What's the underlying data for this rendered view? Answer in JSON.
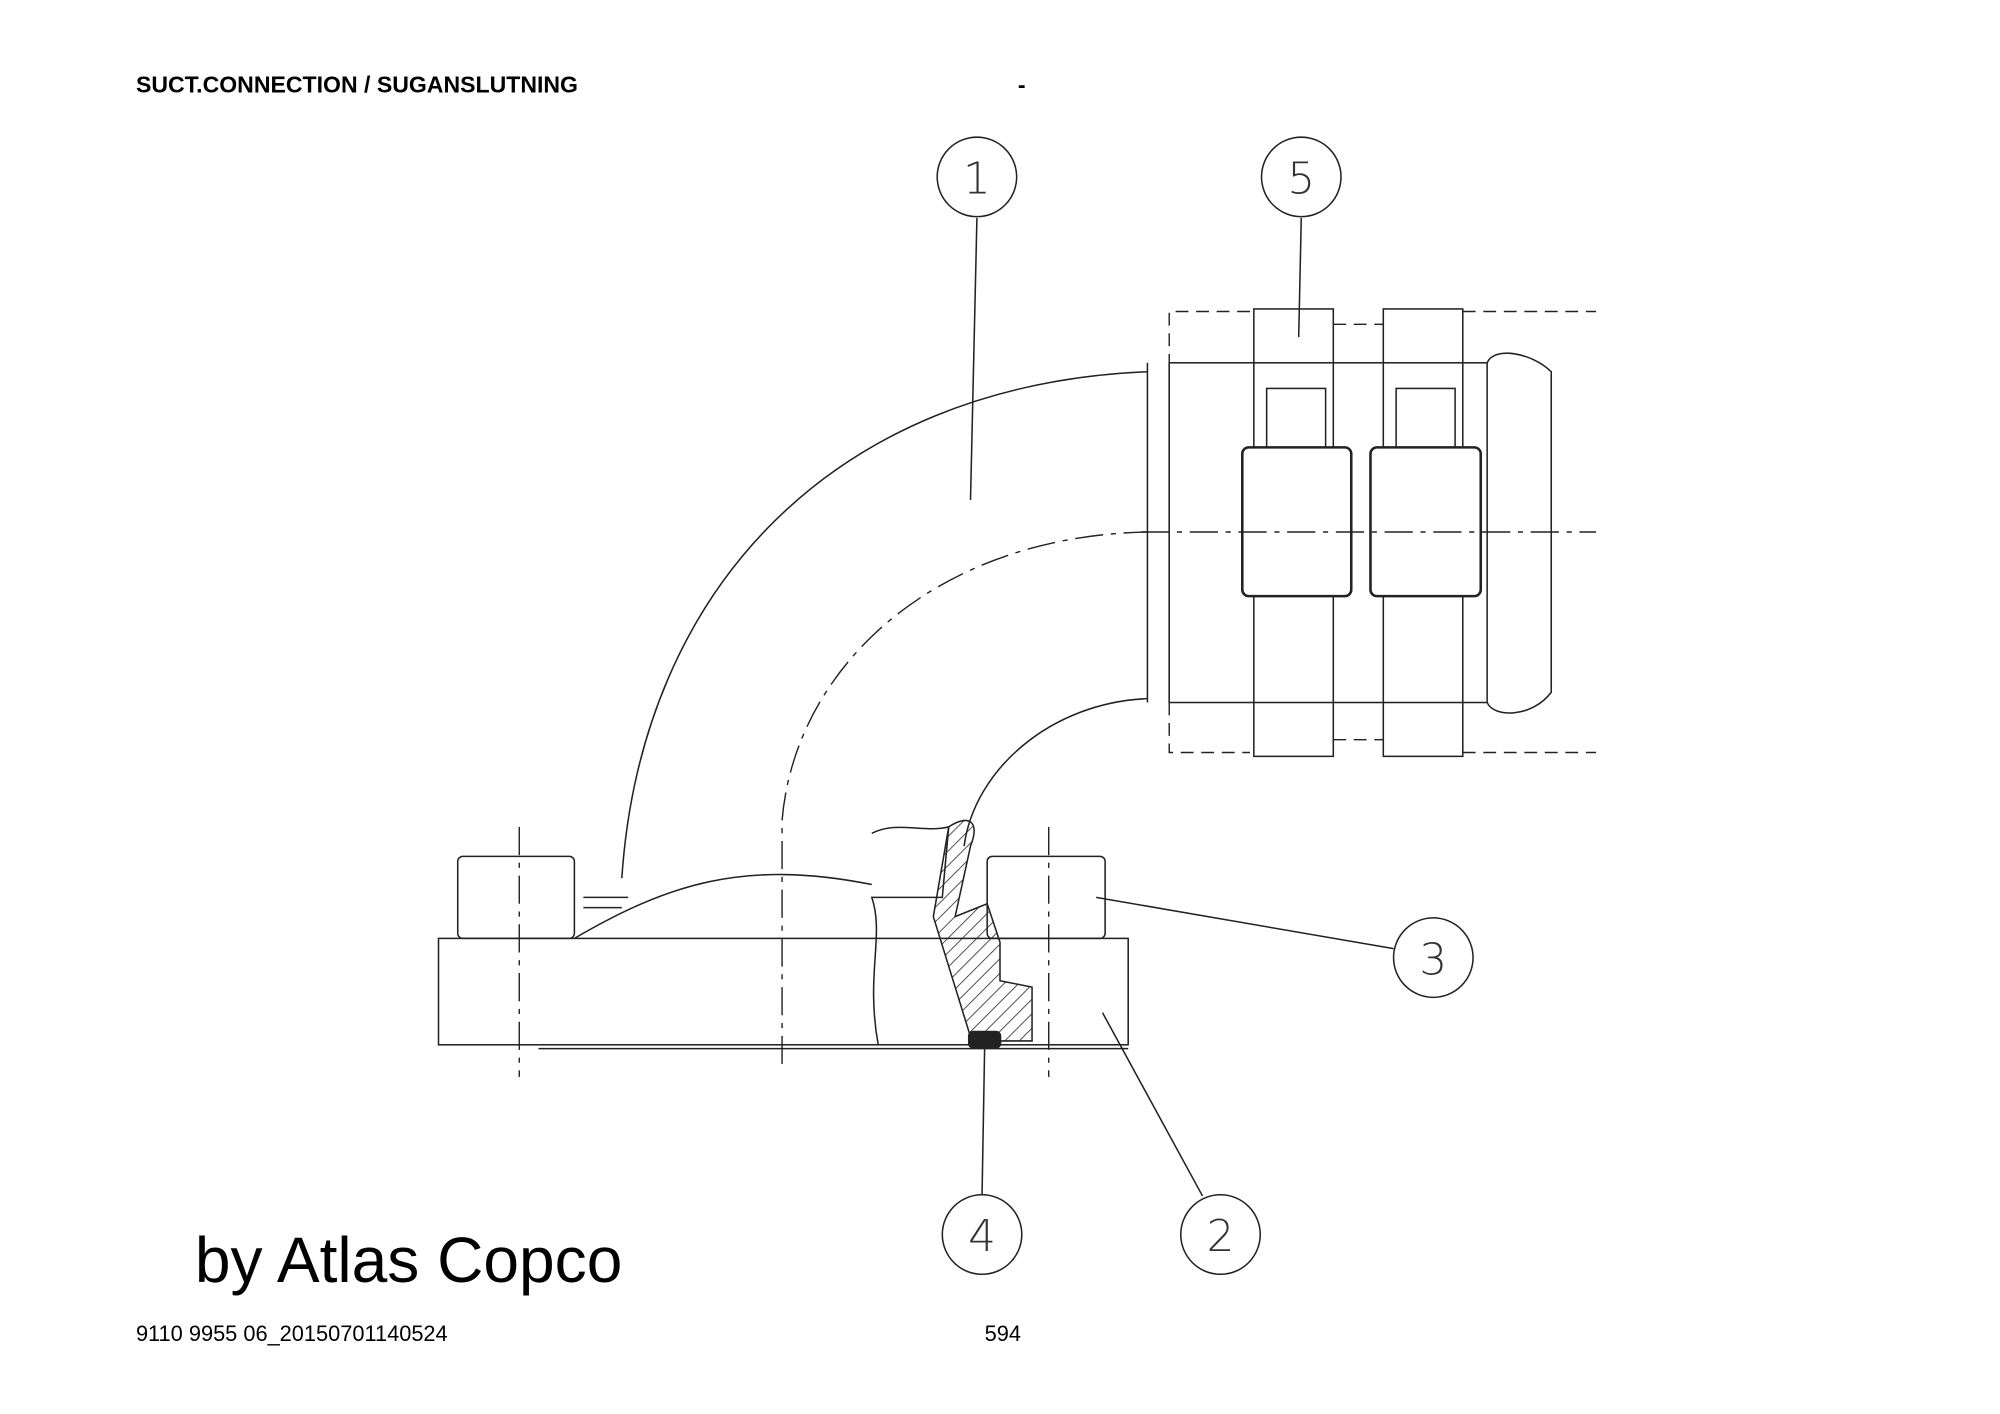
{
  "header": {
    "title": "SUCT.CONNECTION / SUGANSLUTNING",
    "dash": "-"
  },
  "watermark": "by Atlas Copco",
  "footer": {
    "doc_id": "9110 9955 06_20150701140524",
    "page": "594"
  },
  "balloons": [
    "1",
    "2",
    "3",
    "4",
    "5"
  ]
}
